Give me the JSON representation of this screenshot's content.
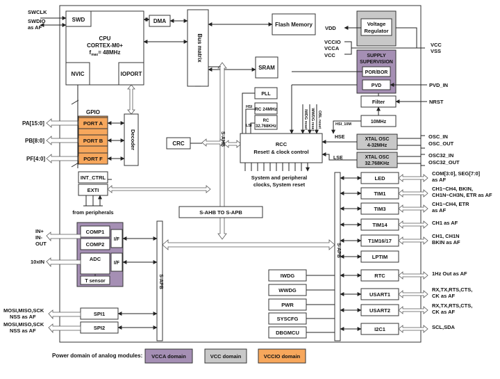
{
  "colors": {
    "vcca": "#a58fb4",
    "vcc": "#c8c8c8",
    "vccio": "#f7a75c",
    "border": "#333333"
  },
  "core": {
    "swd": "SWD",
    "cpu_line1": "CPU",
    "cpu_line2": "CORTEX-M0+",
    "cpu_fmax_prefix": "f",
    "cpu_fmax_sub": "max",
    "cpu_fmax_value": "= 48MHz",
    "nvic": "NVIC",
    "ioport": "IOPORT",
    "dma": "DMA",
    "bus_matrix": "Bus matrix",
    "flash": "Flash Memory",
    "sram": "SRAM"
  },
  "left_signals": {
    "swclk": "SWCLK",
    "swdio_1": "SWDIO",
    "swdio_2": "as AF",
    "pa": "PA[15:0]",
    "pb": "PB[8:0]",
    "pf": "PF[4:0]",
    "in_plus": "IN+",
    "in_minus": "IN-",
    "out": "OUT",
    "tenxin": "10xIN",
    "spi1_sig_1": "MOSI,MISO,SCK",
    "spi1_sig_2": "NSS as AF",
    "spi2_sig_1": "MOSI,MISO,SCK",
    "spi2_sig_2": "NSS as AF"
  },
  "gpio": {
    "title": "GPIO",
    "port_a": "PORT A",
    "port_b": "PORT B",
    "port_f": "PORT F",
    "decoder": "Decoder",
    "int_ctrl": "INT_CTRL",
    "exti": "EXTI",
    "from_peripherals": "from peripherals"
  },
  "analog": {
    "comp1": "COMP1",
    "comp2": "COMP2",
    "if1": "I/F",
    "adc": "ADC",
    "if2": "I/F",
    "tsensor": "T sensor"
  },
  "buses": {
    "s_ahb": "S-AHB",
    "s_ahb_to_apb": "S-AHB TO S-APB",
    "s_apb_left": "S-APB",
    "s_apb_right": "S-APB"
  },
  "clocks": {
    "pll": "PLL",
    "rc24": "RC 24MHz",
    "rc32_1": "RC",
    "rc32_2": "32.768KHz",
    "hsi": "HSI",
    "lsi": "LSI",
    "crc": "CRC",
    "rcc_1": "RCC",
    "rcc_2": "Reset! & clock control",
    "out_1": "System and peripheral",
    "out_2": "clocks, System reset",
    "iwdg_reset": "IWDG reset",
    "wwdg_reset": "WWDG reset",
    "obl_reset": "OBL reset",
    "hsi_10m": "HSI_10M",
    "filter": "Filter",
    "mhz10": "10MHz",
    "hse": "HSE",
    "lse": "LSE",
    "xtal1_1": "XTAL OSC",
    "xtal1_2": "4-32MHz",
    "xtal2_1": "XTAL OSC",
    "xtal2_2": "32.768KHz"
  },
  "power": {
    "vdd": "VDD",
    "vreg_1": "Voltage",
    "vreg_2": "Regulator",
    "vccio": "VCCIO",
    "vcca": "VCCA",
    "vcc_in": "VCC",
    "vss": "VSS",
    "vcc_right": "VCC",
    "supply_1": "SUPPLY",
    "supply_2": "SUPERVISION",
    "por": "POR/BOR",
    "pvd": "PVD",
    "pvd_in": "PVD_IN",
    "nrst": "NRST"
  },
  "right_pins": {
    "osc_in": "OSC_IN",
    "osc_out": "OSC_OUT",
    "osc32_in": "OSC32_IN",
    "osc32_out": "OSC32_OUT"
  },
  "apb_left": {
    "iwdg": "IWDG",
    "wwdg": "WWDG",
    "pwr": "PWR",
    "syscfg": "SYSCFG",
    "dbgmcu": "DBGMCU",
    "spi1": "SPI1",
    "spi2": "SPI2"
  },
  "apb_right": [
    {
      "label": "LED",
      "sig": [
        "COM[3:0], SEG[7:0]",
        "as AF"
      ]
    },
    {
      "label": "TIM1",
      "sig": [
        "CH1~CH4, BKIN,",
        "CH1N~CH3N, ETR  as AF"
      ]
    },
    {
      "label": "TIM3",
      "sig": [
        "CH1~CH4,  ETR",
        "as AF"
      ]
    },
    {
      "label": "TIM14",
      "sig": [
        "CH1 as AF"
      ]
    },
    {
      "label": "T1M16/17",
      "sig": [
        "CH1, CH1N",
        "BKIN as AF"
      ]
    },
    {
      "label": "LPTIM",
      "sig": []
    },
    {
      "label": "RTC",
      "sig": [
        "1Hz Out as AF"
      ]
    },
    {
      "label": "USART1",
      "sig": [
        "RX,TX,RTS,CTS,",
        "CK as AF"
      ]
    },
    {
      "label": "USART2",
      "sig": [
        "RX,TX,RTS,CTS,",
        "CK as AF"
      ]
    },
    {
      "label": "I2C1",
      "sig": [
        "SCL,SDA"
      ]
    }
  ],
  "legend": {
    "title": "Power domain of analog modules:",
    "vcca": "VCCA domain",
    "vcc": "VCC domain",
    "vccio": "VCCIO domain"
  }
}
